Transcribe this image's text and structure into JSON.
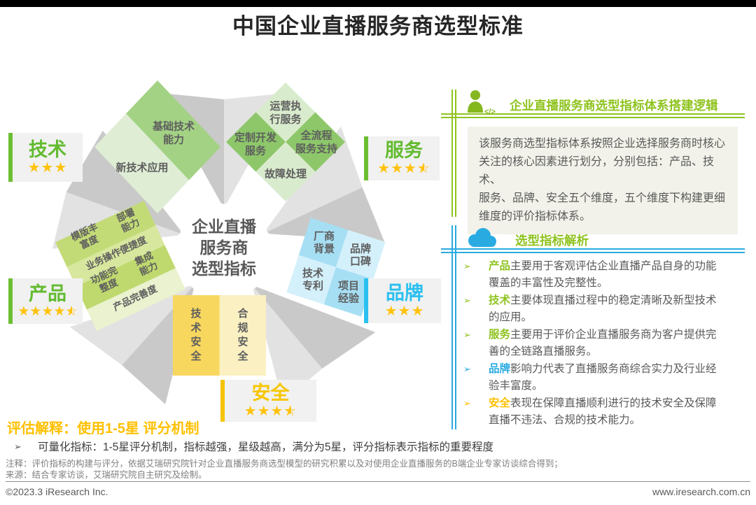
{
  "title": "中国企业直播服务商选型标准",
  "diagram": {
    "center": {
      "l1": "企业直播",
      "l2": "服务商",
      "l3": "选型指标"
    },
    "tech": {
      "label": "技术",
      "stars": 3,
      "base1": "基础技术",
      "base2": "能力",
      "newtech": "新技术应用"
    },
    "service": {
      "label": "服务",
      "stars": 3.5,
      "ops1": "运营执",
      "ops2": "行服务",
      "custom1": "定制开发",
      "custom2": "服务",
      "full1": "全流程",
      "full2": "服务支持",
      "fault": "故障处理"
    },
    "product": {
      "label": "产品",
      "stars": 4.5,
      "tpl1": "模版丰",
      "tpl2": "富度",
      "deploy1": "部署",
      "deploy2": "能力",
      "conven": "业务操作便捷度",
      "func1": "功能完",
      "func2": "整度",
      "integ1": "集成",
      "integ2": "能力",
      "complete": "产品完善度"
    },
    "brand": {
      "label": "品牌",
      "stars": 3,
      "vendor1": "厂商",
      "vendor2": "背景",
      "wom1": "品牌",
      "wom2": "口碑",
      "patent1": "技术",
      "patent2": "专利",
      "project1": "项目",
      "project2": "经验"
    },
    "security": {
      "label": "安全",
      "stars": 3.5,
      "techsec": "技术安全",
      "compliance": "合规安全"
    }
  },
  "panel_logic": {
    "title": "企业直播服务商选型指标体系搭建逻辑",
    "body": "该服务商选型指标体系按照企业选择服务商时核心\n关注的核心因素进行划分，分别包括：产品、技术、\n服务、品牌、安全五个维度，五个维度下构建更细\n维度的评价指标体系。"
  },
  "panel_analysis": {
    "title": "选型指标解析",
    "items": [
      {
        "keyword": "产品",
        "text": "主要用于客观评估企业直播产品自身的功能\n覆盖的丰富性及完整性。"
      },
      {
        "keyword": "技术",
        "text": "主要体现直播过程中的稳定清晰及新型技术\n的应用。"
      },
      {
        "keyword": "服务",
        "text": "主要用于评价企业直播服务商为客户提供完\n善的全链路直播服务。"
      },
      {
        "keyword": "品牌",
        "text": "影响力代表了直播服务商综合实力及行业经\n验丰富度。"
      },
      {
        "keyword": "安全",
        "text": "表现在保障直播顺利进行的技术安全及保障\n直播不违法、合规的技术能力。"
      }
    ]
  },
  "footer": {
    "eval_title": "评估解释：使用1-5星 评分机制",
    "quant": "可量化指标：1-5星评分机制，指标越强，星级越高，满分为5星，评分指标表示指标的重要程度",
    "note": "注释：评价指标的构建与评分，依据艾瑞研究院针对企业直播服务商选型模型的研究积累以及对使用企业直播服务的B端企业专家访谈综合得到；",
    "source": "来源：结合专家访谈，艾瑞研究院自主研究及绘制。",
    "copyright": "©2023.3 iResearch Inc.",
    "website": "www.iresearch.com.cn"
  },
  "colors": {
    "green": "#8FC31F",
    "cyan": "#29ABE2",
    "gold": "#FFC000",
    "star": "#FFC20E",
    "tech_dark": "#A3D284",
    "tech_light": "#DFEDD5",
    "service_dark": "#8DC76A",
    "service_light": "#D9EBCD",
    "product_dark": "#C3DB77",
    "product_light": "#EAF2CF",
    "brand_dark": "#A6DFF4",
    "brand_light": "#D4F0FB",
    "security_dark": "#F8D75F",
    "security_light": "#FAF0C2"
  }
}
